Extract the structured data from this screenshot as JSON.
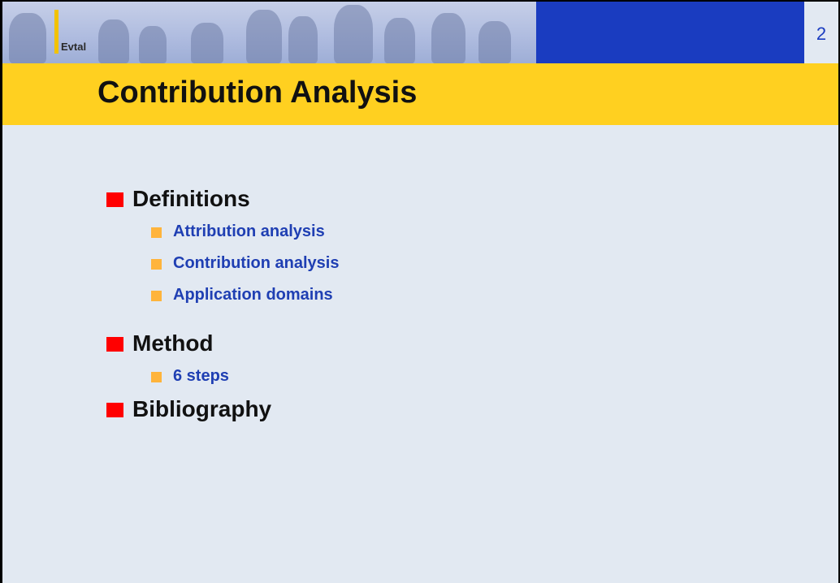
{
  "slide": {
    "number": "2",
    "logo_text": "Evtal",
    "title": "Contribution Analysis"
  },
  "bullets": [
    {
      "label": "Definitions",
      "children": [
        {
          "label": "Attribution analysis"
        },
        {
          "label": "Contribution analysis"
        },
        {
          "label": "Application domains"
        }
      ]
    },
    {
      "label": "Method",
      "children": [
        {
          "label": "6 steps"
        }
      ]
    },
    {
      "label": "Bibliography",
      "children": []
    }
  ],
  "colors": {
    "background": "#e2e9f2",
    "banner_blue": "#1a3cc0",
    "title_bar": "#ffd020",
    "level1_bullet": "#ff0000",
    "level2_bullet": "#ffb43c",
    "level2_text": "#1f3fb3"
  },
  "icons": {
    "level1_bullet": "red-square-bullet",
    "level2_bullet": "orange-square-bullet"
  }
}
